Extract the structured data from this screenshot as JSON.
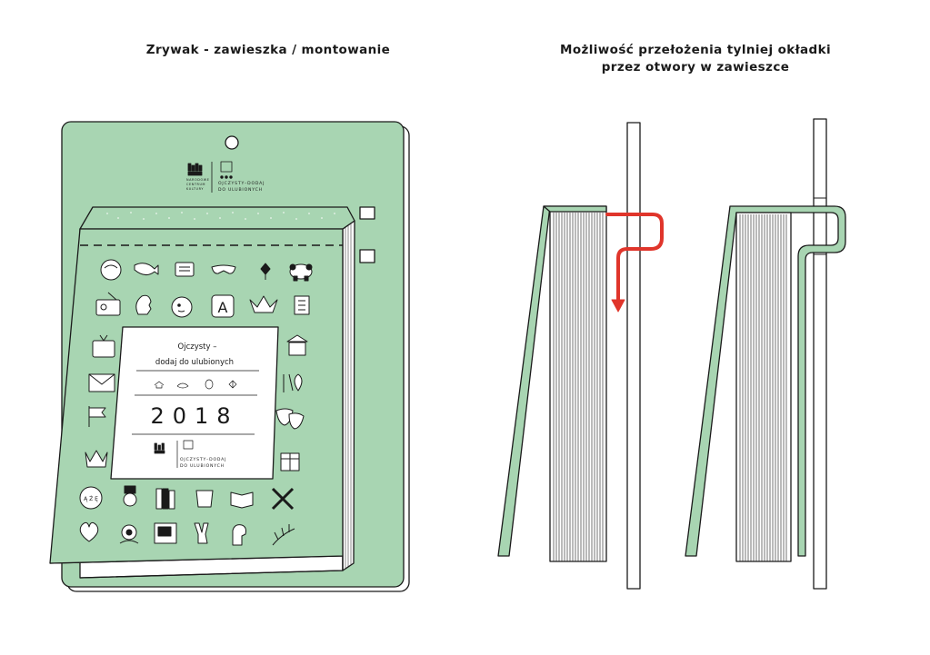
{
  "headings": {
    "left": "Zrywak - zawieszka / montowanie",
    "right_line1": "Możliwość przełożenia tylniej okładki",
    "right_line2": "przez otwory w zawieszce"
  },
  "calendar": {
    "title_line1": "Ojczysty –",
    "title_line2": "dodaj do ulubionych",
    "year": "2018",
    "logo_text_1": "OJCZYSTY–DODAJ",
    "logo_text_2": "DO ULUBIONYCH",
    "logo_small_1": "NARODOWE",
    "logo_small_2": "CENTRUM",
    "logo_small_3": "KULTURY",
    "tile_letter": "A",
    "tile_az": "Ą Ż Ę"
  },
  "colors": {
    "green": "#a8d5b2",
    "outline": "#1a1a1a",
    "arrow": "#e0352b",
    "white": "#ffffff"
  }
}
